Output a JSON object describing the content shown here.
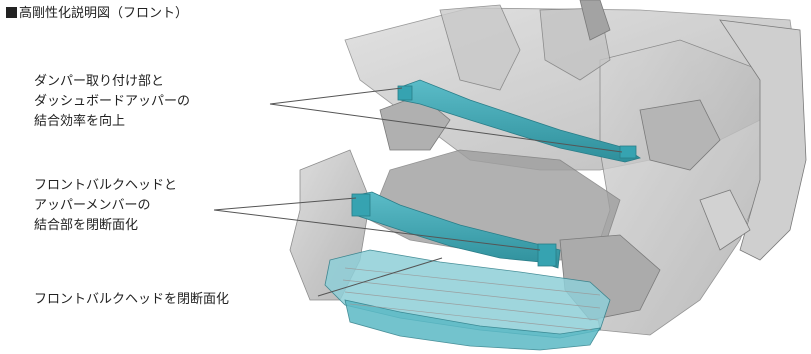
{
  "title": "高剛性化説明図（フロント）",
  "callouts": [
    {
      "lines": [
        "ダンパー取り付け部と",
        "ダッシュボードアッパーの",
        "結合効率を向上"
      ]
    },
    {
      "lines": [
        "フロントバルクヘッドと",
        "アッパーメンバーの",
        "結合部を閉断面化"
      ]
    },
    {
      "lines": [
        "フロントバルクヘッドを閉断面化"
      ]
    }
  ],
  "colors": {
    "highlight": "#3fa7b5",
    "highlight_dark": "#2d8a96",
    "structure": "#bdbdbd",
    "structure_dark": "#8c8c8c",
    "leader": "#555555"
  }
}
